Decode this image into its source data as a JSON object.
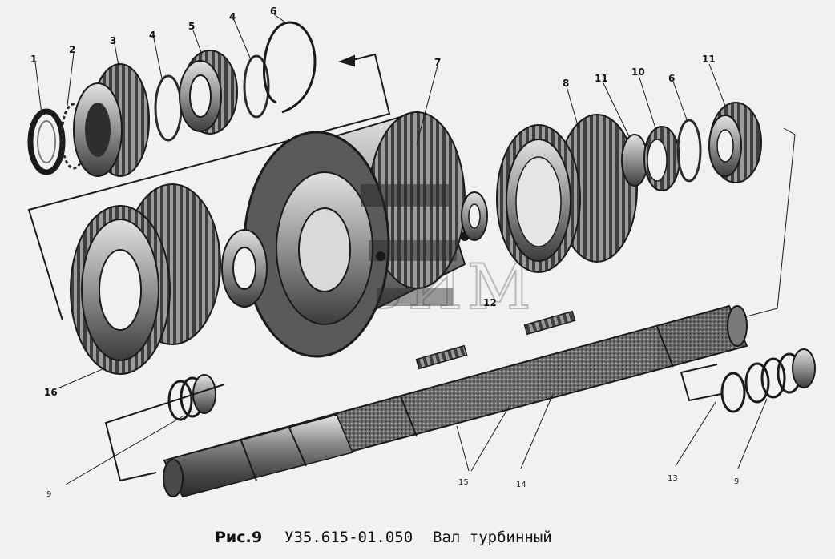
{
  "caption": {
    "prefix": "Рис.",
    "figure_number": "9",
    "code": "У35.615-01.050",
    "title": "Вал турбинный"
  },
  "watermark": "СБИМ",
  "callouts": [
    {
      "id": "c1",
      "text": "1"
    },
    {
      "id": "c2",
      "text": "2"
    },
    {
      "id": "c3",
      "text": "3"
    },
    {
      "id": "c4a",
      "text": "4"
    },
    {
      "id": "c5",
      "text": "5"
    },
    {
      "id": "c4b",
      "text": "4"
    },
    {
      "id": "c6a",
      "text": "6"
    },
    {
      "id": "c7",
      "text": "7"
    },
    {
      "id": "c8",
      "text": "8"
    },
    {
      "id": "c11a",
      "text": "11"
    },
    {
      "id": "c10",
      "text": "10"
    },
    {
      "id": "c6b",
      "text": "6"
    },
    {
      "id": "c11b",
      "text": "11"
    },
    {
      "id": "c12",
      "text": "12"
    },
    {
      "id": "c16",
      "text": "16"
    },
    {
      "id": "c9a",
      "text": "9"
    },
    {
      "id": "c15",
      "text": "15"
    },
    {
      "id": "c14",
      "text": "14"
    },
    {
      "id": "c13",
      "text": "13"
    },
    {
      "id": "c9b",
      "text": "9"
    }
  ],
  "colors": {
    "background": "#f1f1f1",
    "ink": "#1a1a1a",
    "metal_dark": "#3a3a3a",
    "metal_mid": "#8a8a8a",
    "metal_light": "#d6d6d6"
  }
}
